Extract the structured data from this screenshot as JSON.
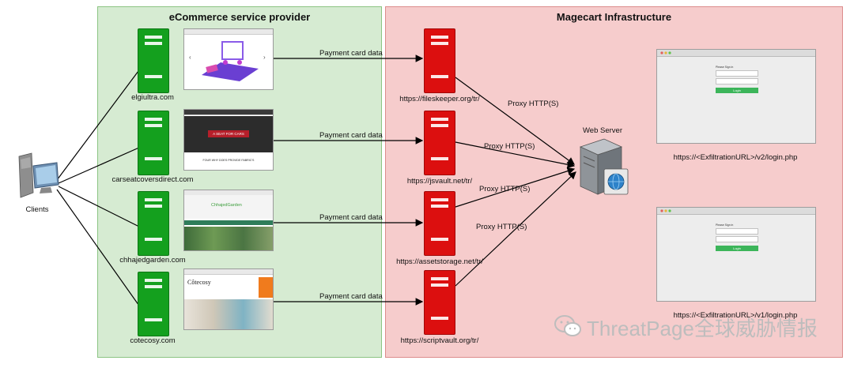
{
  "panels": {
    "provider_title": "eCommerce service provider",
    "infra_title": "Magecart Infrastructure"
  },
  "clients_label": "Clients",
  "sites": [
    {
      "domain": "elgiultra.com",
      "edge_label": "Payment card data",
      "malicious_url": "https://fileskeeper.org/tr/",
      "proxy_label": "Proxy HTTP(S)"
    },
    {
      "domain": "carseatcoversdirect.com",
      "edge_label": "Payment card data",
      "malicious_url": "https://jsvault.net/tr/",
      "proxy_label": "Proxy HTTP(S)"
    },
    {
      "domain": "chhajedgarden.com",
      "edge_label": "Payment card data",
      "malicious_url": "https://assetstorage.net/tr/",
      "proxy_label": "Proxy HTTP(S)"
    },
    {
      "domain": "cotecosy.com",
      "edge_label": "Payment card data",
      "malicious_url": "https://scriptvault.org/tr/",
      "proxy_label": "Proxy HTTP(S)"
    }
  ],
  "web_server_label": "Web Server",
  "login_pages": [
    {
      "url": "https://<ExfiltrationURL>/v2/login.php",
      "form_title": "Please Sign in",
      "button": "Login"
    },
    {
      "url": "https://<ExfiltrationURL>/v1/login.php",
      "form_title": "Please Sign in",
      "button": "Login"
    }
  ],
  "thumbnails": {
    "car_banner": "A SEAT FOR CARS",
    "car_footer": "FOUR WHY DOES PROVIDE FABRIC'S",
    "garden_brand": "ChhajedGarden",
    "cote_brand": "Côtecosy"
  },
  "watermark": "ThreatPage全球威胁情报",
  "colors": {
    "provider_panel": "#d6ebd2",
    "infra_panel": "#f6cccc",
    "server_green": "#14a01e",
    "server_red": "#dc0f0f",
    "login_button": "#3cb55a"
  }
}
